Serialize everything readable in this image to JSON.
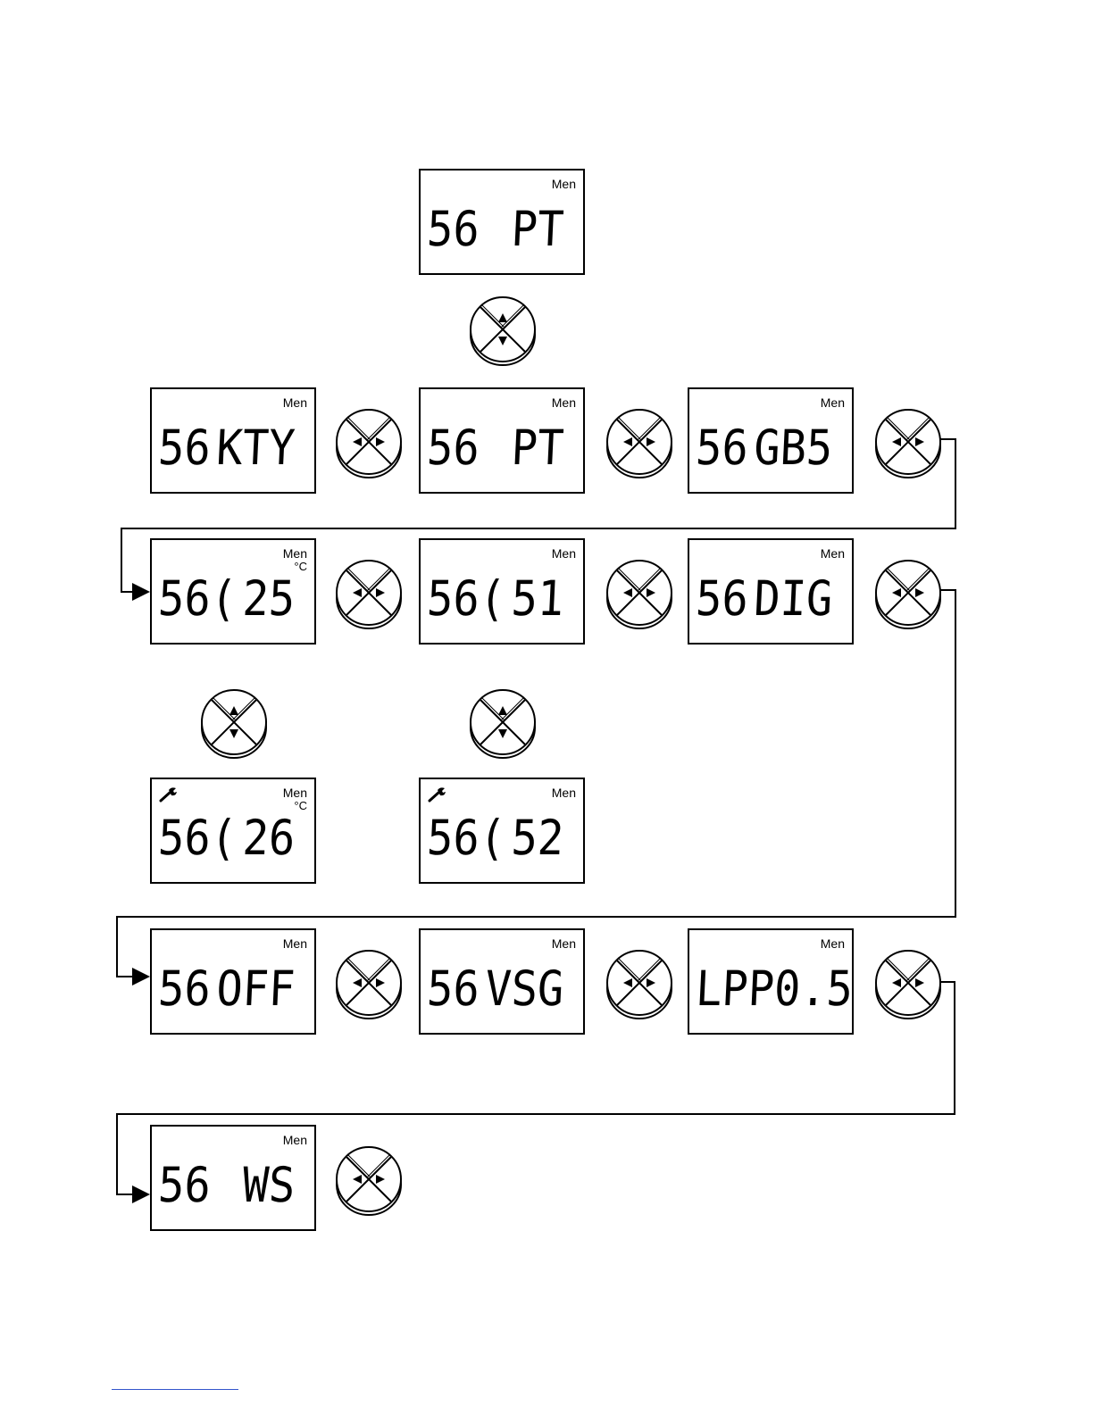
{
  "screens": {
    "top": {
      "left": "56",
      "right": "PT",
      "men": "Men"
    },
    "kty": {
      "left": "56",
      "right": "KTY",
      "men": "Men"
    },
    "pt": {
      "left": "56",
      "right": "PT",
      "men": "Men"
    },
    "gbs": {
      "left": "56",
      "right": "GB5",
      "men": "Men"
    },
    "c25": {
      "left": "56(",
      "right": "25",
      "men": "Men",
      "unit": "°C"
    },
    "s51": {
      "left": "56(",
      "right": "51",
      "men": "Men"
    },
    "dig": {
      "left": "56",
      "right": "DIG",
      "men": "Men"
    },
    "c26": {
      "left": "56(",
      "right": "26",
      "men": "Men",
      "unit": "°C",
      "wrench": "wrench-icon"
    },
    "s52": {
      "left": "56(",
      "right": "52",
      "men": "Men",
      "wrench": "wrench-icon"
    },
    "off": {
      "left": "56",
      "right": "OFF",
      "men": "Men"
    },
    "vsg": {
      "left": "56",
      "right": "VSG",
      "men": "Men"
    },
    "lpp": {
      "left": "LPP",
      "right": "0.5",
      "men": "Men"
    },
    "ws": {
      "left": "56",
      "right": "WS",
      "men": "Men"
    }
  },
  "icons": {
    "updown": "up-down-navigation-button-icon",
    "leftright": "left-right-navigation-button-icon"
  }
}
